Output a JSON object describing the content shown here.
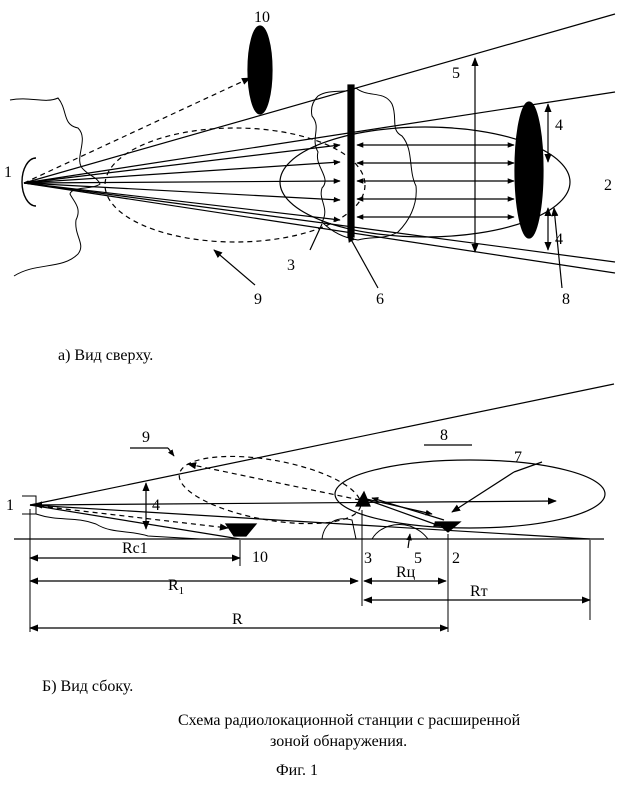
{
  "top_view": {
    "caption": "а) Вид  сверху.",
    "labels": {
      "radar": "1",
      "zone_ellipse": "2",
      "cloud": "3",
      "h_upper": "4",
      "h_lower": "4",
      "width": "5",
      "reflector": "6",
      "zone8": "8",
      "zone9": "9",
      "target10": "10"
    }
  },
  "side_view": {
    "caption": "Б) Вид  сбоку.",
    "labels": {
      "radar": "1",
      "ellipse9": "9",
      "ellipse8": "8",
      "arrows7": "7",
      "height": "4",
      "target10": "10",
      "ground3": "3",
      "ground5": "5",
      "ground2": "2"
    },
    "dimensions": {
      "rc1": "Rc1",
      "r1": "R",
      "r1_sub": "1",
      "rc": "Rц",
      "rt": "Rт",
      "r": "R"
    }
  },
  "title": {
    "line1": "Схема радиолокационной станции с  расширенной",
    "line2": "зоной обнаружения."
  },
  "figure_label": "Фиг. 1"
}
